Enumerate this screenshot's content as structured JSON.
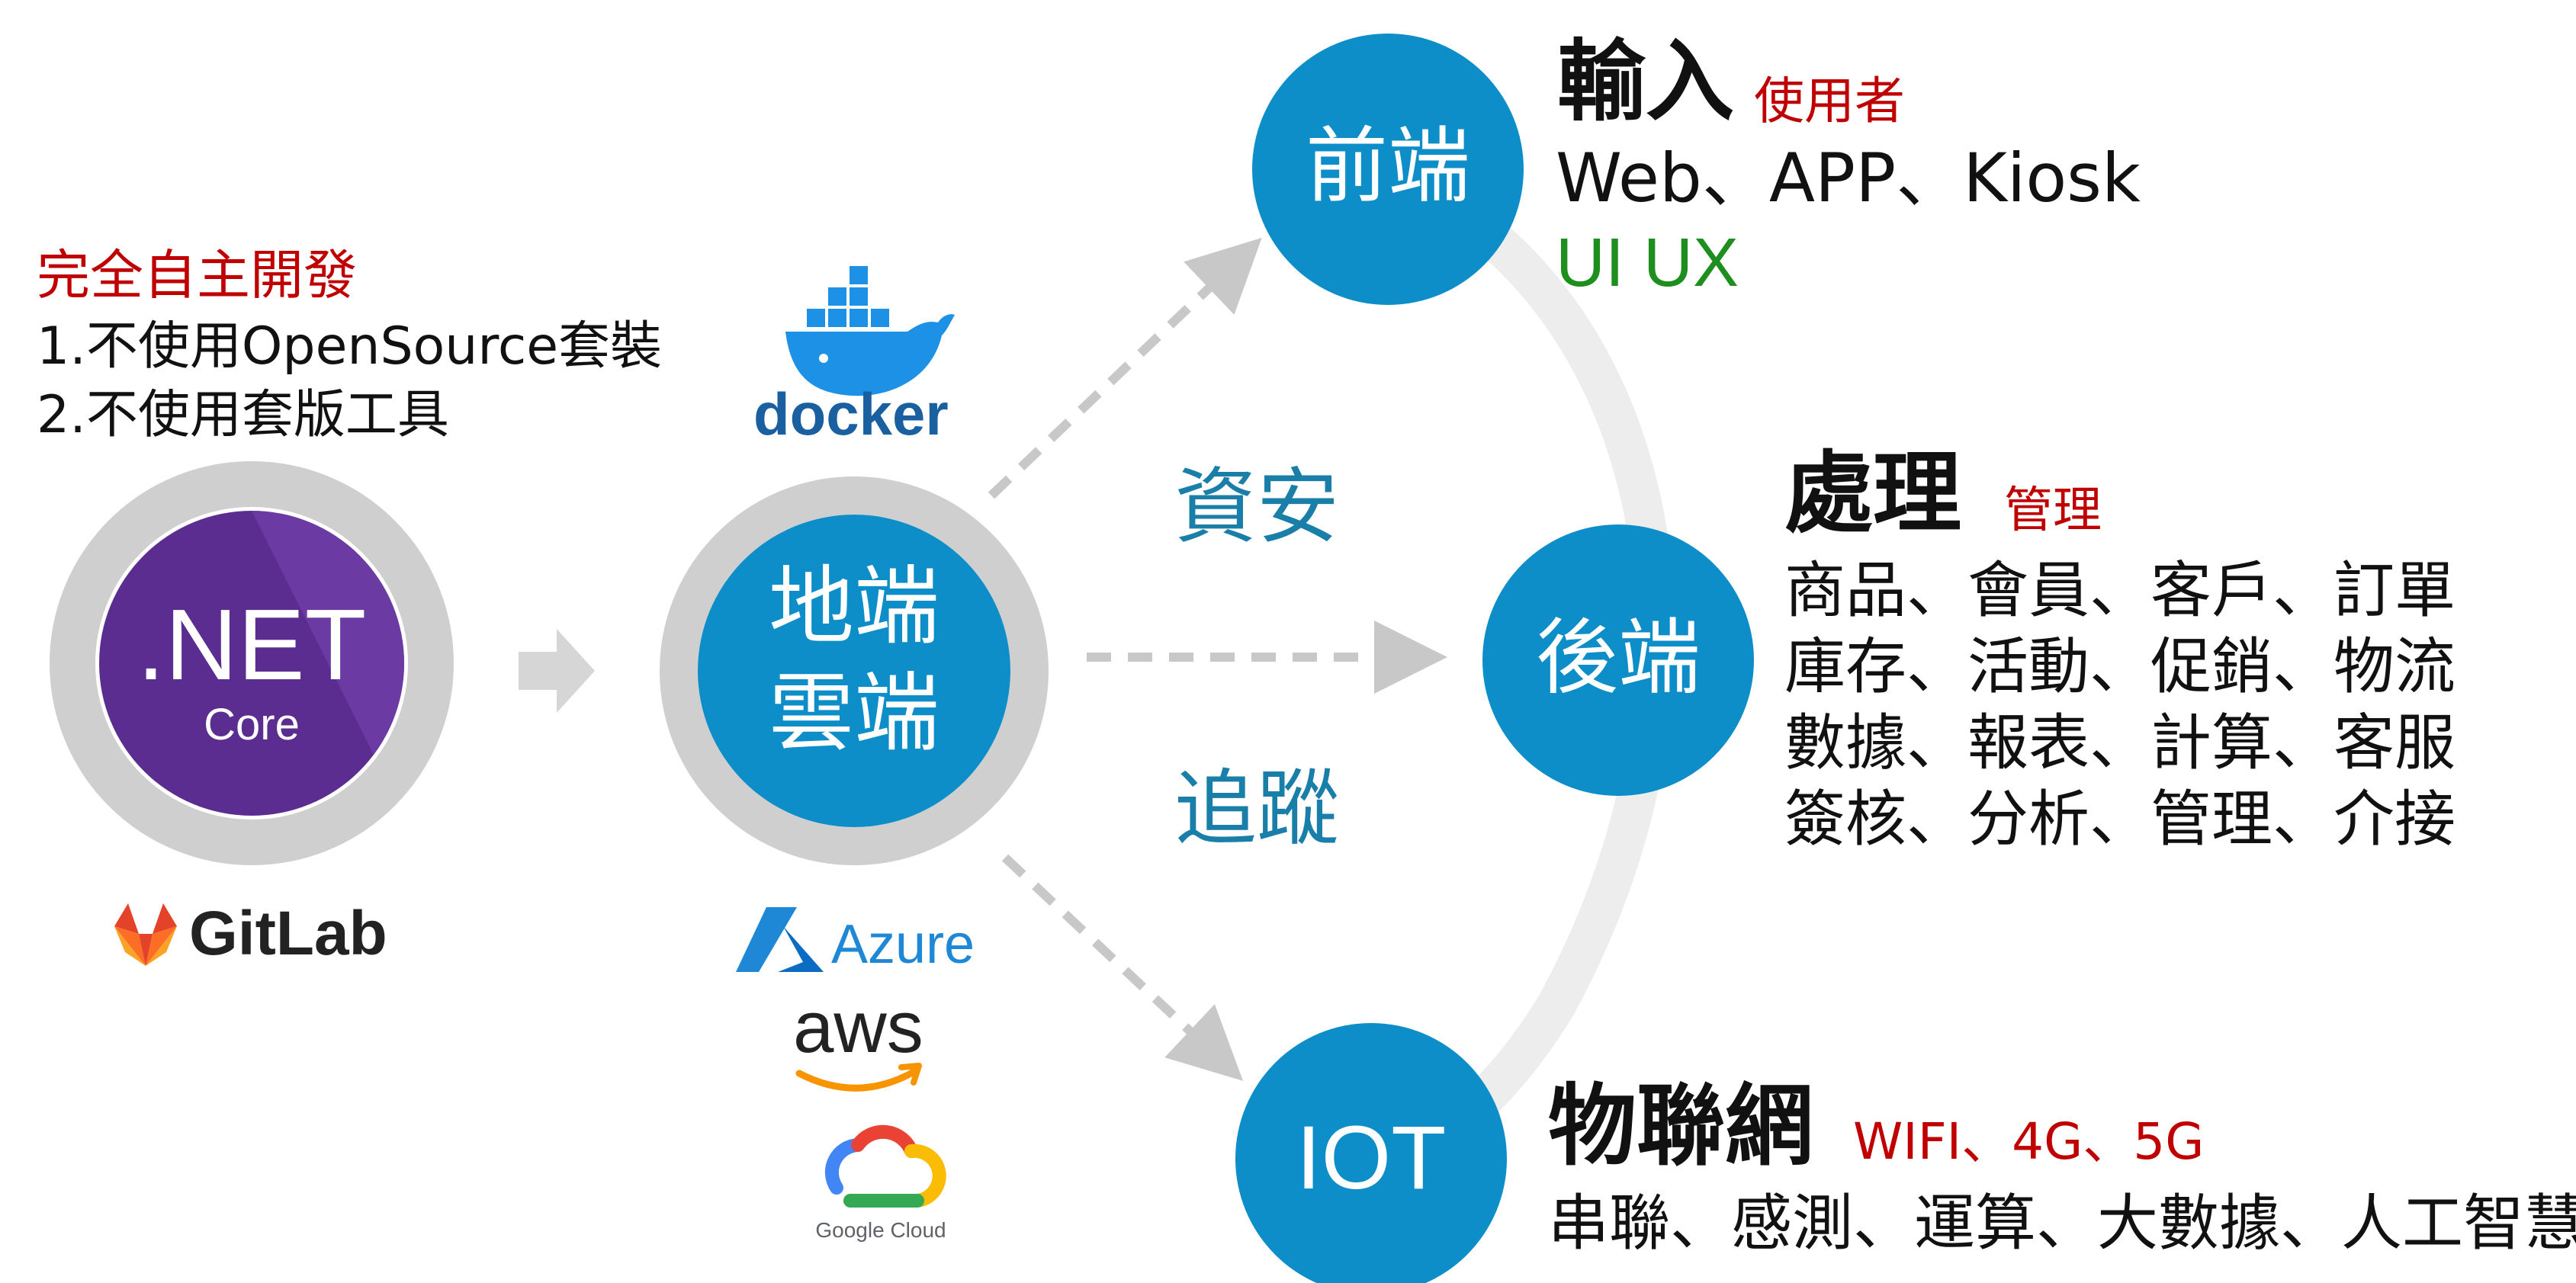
{
  "left_notes": {
    "heading": "完全自主開發",
    "line1": "1.不使用OpenSource套裝",
    "line2": "2.不使用套版工具"
  },
  "dotnet": {
    "title": ".NET",
    "subtitle": "Core"
  },
  "gitlab": {
    "label": "GitLab"
  },
  "docker": {
    "label": "docker"
  },
  "cloud_hub": {
    "line1": "地端",
    "line2": "雲端"
  },
  "edge_labels": {
    "security": "資安",
    "tracking": "追蹤"
  },
  "providers": {
    "azure": "Azure",
    "aws": "aws",
    "google_cloud": "Google Cloud"
  },
  "frontend": {
    "node": "前端",
    "title": "輸入",
    "tag": "使用者",
    "line1": "Web、APP、Kiosk",
    "line2": "UI UX"
  },
  "backend": {
    "node": "後端",
    "title": "處理",
    "tag": "管理",
    "lines": [
      "商品、會員、客戶、訂單",
      "庫存、活動、促銷、物流",
      "數據、報表、計算、客服",
      "簽核、分析、管理、介接"
    ]
  },
  "iot": {
    "node": "IOT",
    "title": "物聯網",
    "tag": "WIFI、4G、5G",
    "line1": "串聯、感測、運算、大數據、人工智慧"
  },
  "colors": {
    "blue": "#0d8ec9",
    "teal_text": "#1a7fa8",
    "purple": "#5b2d90",
    "gray_ring": "#cfcfcf",
    "arc": "#ededed",
    "red": "#c00000",
    "green": "#1e8f1e",
    "black": "#111111"
  }
}
